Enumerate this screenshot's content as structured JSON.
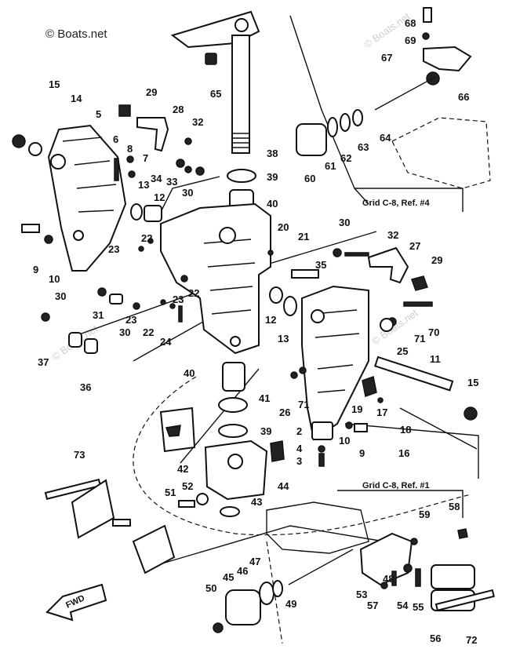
{
  "watermarks": {
    "main": "© Boats.net",
    "faint": "© Boats.net"
  },
  "grid_notes": [
    {
      "id": "note-1",
      "text": "Grid C-8, Ref. #4"
    },
    {
      "id": "note-2",
      "text": "Grid C-8, Ref. #1"
    }
  ],
  "fwd_label": "FWD",
  "labels": [
    {
      "id": "15a",
      "text": "15"
    },
    {
      "id": "14",
      "text": "14"
    },
    {
      "id": "5",
      "text": "5"
    },
    {
      "id": "6",
      "text": "6"
    },
    {
      "id": "8",
      "text": "8"
    },
    {
      "id": "7",
      "text": "7"
    },
    {
      "id": "29a",
      "text": "29"
    },
    {
      "id": "28",
      "text": "28"
    },
    {
      "id": "32a",
      "text": "32"
    },
    {
      "id": "34",
      "text": "34"
    },
    {
      "id": "33",
      "text": "33"
    },
    {
      "id": "30a",
      "text": "30"
    },
    {
      "id": "13a",
      "text": "13"
    },
    {
      "id": "12a",
      "text": "12"
    },
    {
      "id": "22a",
      "text": "22"
    },
    {
      "id": "23a",
      "text": "23"
    },
    {
      "id": "9a",
      "text": "9"
    },
    {
      "id": "10a",
      "text": "10"
    },
    {
      "id": "30b",
      "text": "30"
    },
    {
      "id": "31",
      "text": "31"
    },
    {
      "id": "23b",
      "text": "23"
    },
    {
      "id": "30c",
      "text": "30"
    },
    {
      "id": "22b",
      "text": "22"
    },
    {
      "id": "23c",
      "text": "23"
    },
    {
      "id": "22c",
      "text": "22"
    },
    {
      "id": "24",
      "text": "24"
    },
    {
      "id": "37",
      "text": "37"
    },
    {
      "id": "36",
      "text": "36"
    },
    {
      "id": "65",
      "text": "65"
    },
    {
      "id": "38",
      "text": "38"
    },
    {
      "id": "39a",
      "text": "39"
    },
    {
      "id": "40a",
      "text": "40"
    },
    {
      "id": "20",
      "text": "20"
    },
    {
      "id": "21",
      "text": "21"
    },
    {
      "id": "68",
      "text": "68"
    },
    {
      "id": "69",
      "text": "69"
    },
    {
      "id": "67",
      "text": "67"
    },
    {
      "id": "66",
      "text": "66"
    },
    {
      "id": "64",
      "text": "64"
    },
    {
      "id": "63",
      "text": "63"
    },
    {
      "id": "62",
      "text": "62"
    },
    {
      "id": "61",
      "text": "61"
    },
    {
      "id": "60",
      "text": "60"
    },
    {
      "id": "30d",
      "text": "30"
    },
    {
      "id": "32b",
      "text": "32"
    },
    {
      "id": "27",
      "text": "27"
    },
    {
      "id": "35",
      "text": "35"
    },
    {
      "id": "29b",
      "text": "29"
    },
    {
      "id": "12b",
      "text": "12"
    },
    {
      "id": "13b",
      "text": "13"
    },
    {
      "id": "70",
      "text": "70"
    },
    {
      "id": "71a",
      "text": "71"
    },
    {
      "id": "25",
      "text": "25"
    },
    {
      "id": "11",
      "text": "11"
    },
    {
      "id": "15b",
      "text": "15"
    },
    {
      "id": "40b",
      "text": "40"
    },
    {
      "id": "41",
      "text": "41"
    },
    {
      "id": "39b",
      "text": "39"
    },
    {
      "id": "26",
      "text": "26"
    },
    {
      "id": "71b",
      "text": "71"
    },
    {
      "id": "19",
      "text": "19"
    },
    {
      "id": "17",
      "text": "17"
    },
    {
      "id": "18",
      "text": "18"
    },
    {
      "id": "16",
      "text": "16"
    },
    {
      "id": "2",
      "text": "2"
    },
    {
      "id": "10b",
      "text": "10"
    },
    {
      "id": "9b",
      "text": "9"
    },
    {
      "id": "4",
      "text": "4"
    },
    {
      "id": "3",
      "text": "3"
    },
    {
      "id": "42",
      "text": "42"
    },
    {
      "id": "44",
      "text": "44"
    },
    {
      "id": "51",
      "text": "51"
    },
    {
      "id": "52",
      "text": "52"
    },
    {
      "id": "43",
      "text": "43"
    },
    {
      "id": "73",
      "text": "73"
    },
    {
      "id": "59",
      "text": "59"
    },
    {
      "id": "58",
      "text": "58"
    },
    {
      "id": "47",
      "text": "47"
    },
    {
      "id": "46",
      "text": "46"
    },
    {
      "id": "45",
      "text": "45"
    },
    {
      "id": "50",
      "text": "50"
    },
    {
      "id": "49",
      "text": "49"
    },
    {
      "id": "53",
      "text": "53"
    },
    {
      "id": "48",
      "text": "48"
    },
    {
      "id": "57",
      "text": "57"
    },
    {
      "id": "54",
      "text": "54"
    },
    {
      "id": "55",
      "text": "55"
    },
    {
      "id": "56",
      "text": "56"
    },
    {
      "id": "72",
      "text": "72"
    }
  ]
}
